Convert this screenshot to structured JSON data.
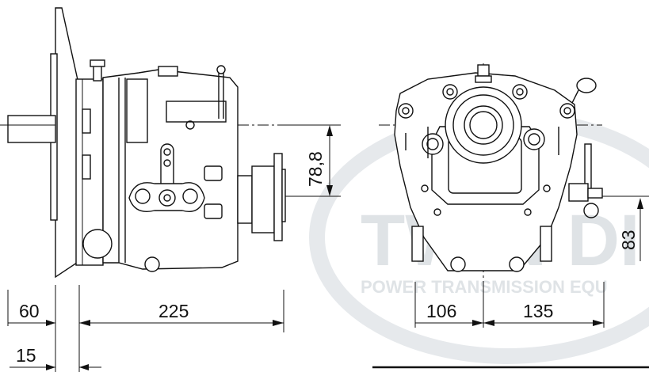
{
  "watermark": {
    "brand": "TWIN DI",
    "tagline": "POWER TRANSMISSION EQU",
    "colors": {
      "watermark": "#dfe3e6",
      "ink": "#111111"
    }
  },
  "dimensions": {
    "flange_offset": "78,8",
    "shaft_length": "60",
    "body_length": "225",
    "flange_thickness": "15",
    "front_left": "106",
    "front_right": "135",
    "front_height": "83"
  }
}
